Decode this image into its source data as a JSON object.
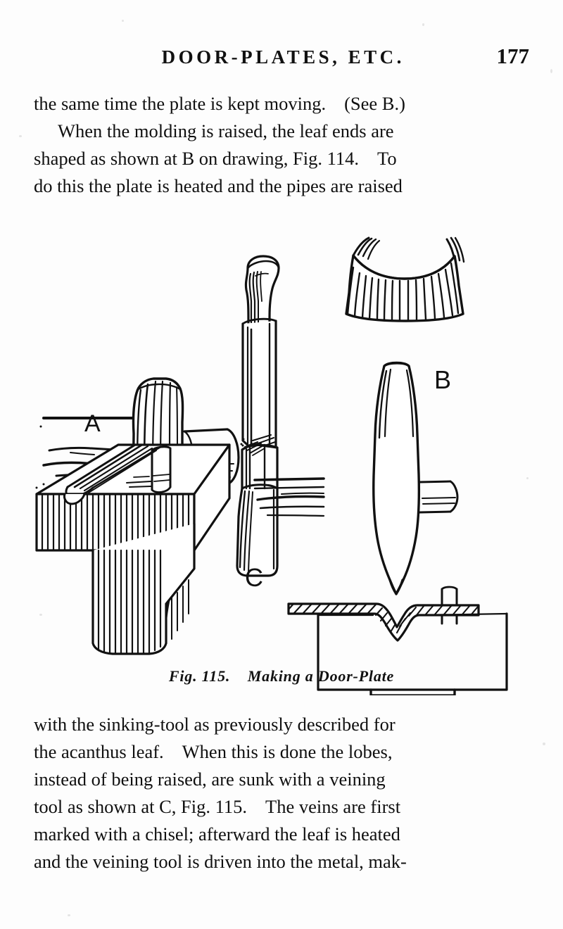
{
  "page": {
    "folio": "177",
    "running_head": "DOOR-PLATES, ETC.",
    "background_color": "#fdfdfd",
    "ink_color": "#101010"
  },
  "top_paragraph": {
    "lines": [
      "the same time the plate is kept moving.",
      "(See B.)",
      "When the molding is raised, the leaf ends are",
      "shaped as shown at B on drawing, Fig. 114.",
      "To",
      "do this the plate is heated and the pipes are raised"
    ],
    "line1_main": "the same time the plate is kept moving.",
    "line1_tail": "(See B.)",
    "line2": "When the molding is raised, the leaf ends are",
    "line3_main": "shaped as shown at B on drawing, Fig. 114.",
    "line3_tail": "To",
    "line4": "do this the plate is heated and the pipes are raised"
  },
  "figure": {
    "caption_number": "Fig. 115.",
    "caption_title": "Making a Door-Plate",
    "labels": {
      "a": "A",
      "b": "B",
      "c": "C"
    },
    "parts": [
      {
        "key": "raising-hammer",
        "label": "A",
        "description": "raising hammer with cylindrical poll"
      },
      {
        "key": "grooved-anvil-block",
        "label": "",
        "description": "grooved anvil block on stake"
      },
      {
        "key": "chisel-punch",
        "label": "",
        "description": "round-headed chisel punch"
      },
      {
        "key": "veining-tool",
        "label": "C",
        "description": "tapered veining tool"
      },
      {
        "key": "leaf-end",
        "label": "",
        "description": "fluted leaf end shape"
      },
      {
        "key": "sinking-tool",
        "label": "B",
        "description": "pointed sinking tool striking plate"
      },
      {
        "key": "plate-section",
        "label": "",
        "description": "sheet metal plate section over anvil"
      }
    ]
  },
  "bottom_paragraph": {
    "line1": "with the sinking-tool as previously described for",
    "line2_main": "the acanthus leaf.",
    "line2_tail": "When this is done the lobes,",
    "line3": "instead of being raised, are sunk with a veining",
    "line4_main": "tool as shown at C, Fig. 115.",
    "line4_tail": "The veins are first",
    "line5": "marked with a chisel; afterward the leaf is heated",
    "line6": "and the veining tool is driven into the metal, mak-"
  }
}
